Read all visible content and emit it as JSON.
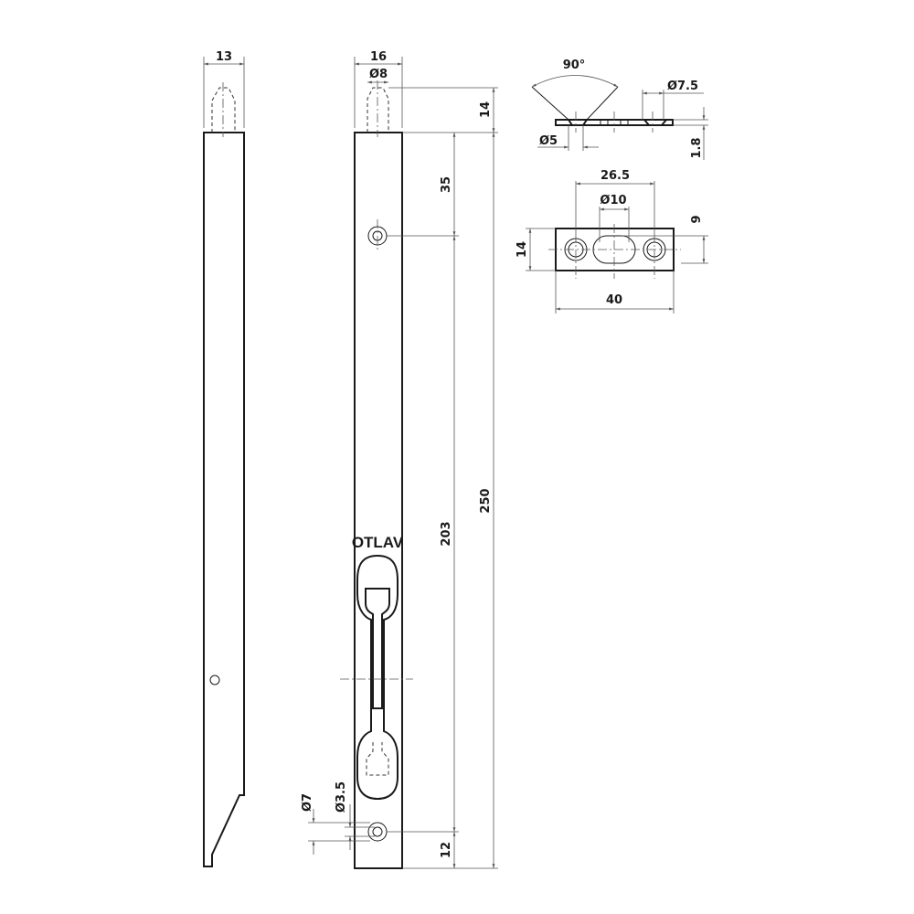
{
  "drawing": {
    "brand_label": "OTLAV",
    "dimensions": {
      "side_width": "13",
      "front_width": "16",
      "pin_diameter": "Ø8",
      "pin_length": "14",
      "hole_offset_top": "35",
      "hole_spacing": "203",
      "overall_length": "250",
      "hole_offset_bottom": "12",
      "countersink_diameter": "Ø7",
      "hole_diameter": "Ø3.5",
      "countersink_angle": "90°",
      "keeper_countersink_diameter": "Ø7.5",
      "keeper_hole_diameter": "Ø5",
      "keeper_thickness": "1.8",
      "keeper_hole_spacing": "26.5",
      "keeper_bolt_hole": "Ø10",
      "keeper_height": "14",
      "keeper_center_offset": "9",
      "keeper_length": "40"
    }
  }
}
